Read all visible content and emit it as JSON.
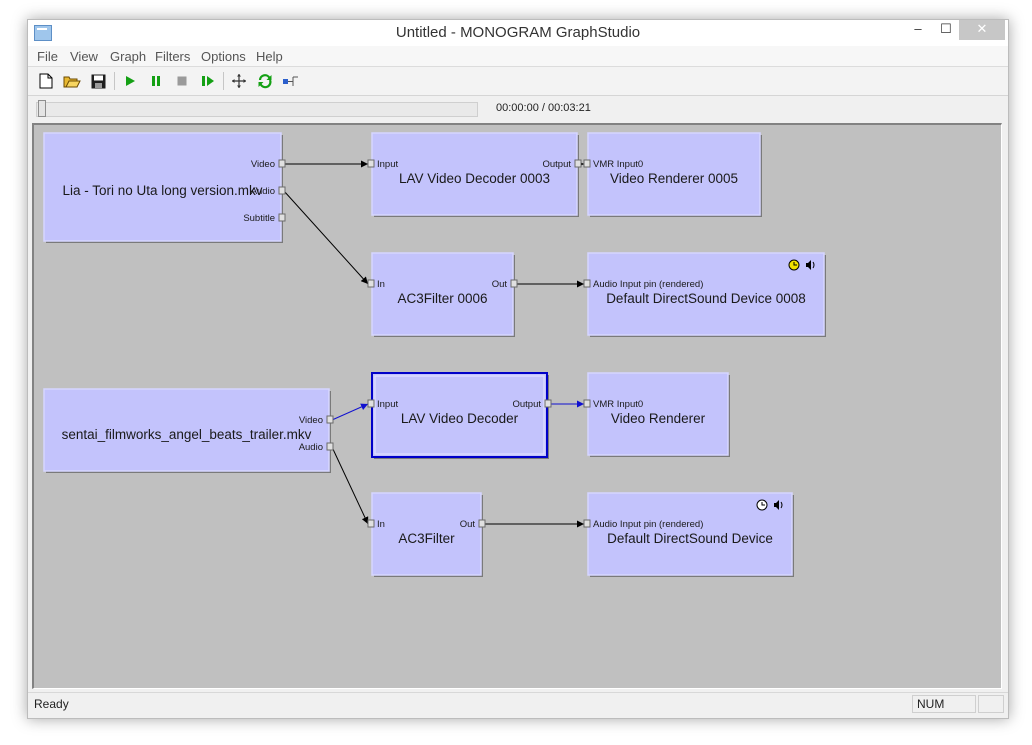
{
  "window": {
    "title": "Untitled - MONOGRAM GraphStudio",
    "minimize": "–",
    "maximize": "☐",
    "close": "✕"
  },
  "menu": [
    "File",
    "View",
    "Graph",
    "Filters",
    "Options",
    "Help"
  ],
  "toolbar": [
    {
      "name": "new-file-icon"
    },
    {
      "name": "open-folder-icon"
    },
    {
      "name": "save-icon"
    },
    {
      "name": "play-icon"
    },
    {
      "name": "pause-icon"
    },
    {
      "name": "stop-icon"
    },
    {
      "name": "step-frame-icon"
    },
    {
      "name": "arrange-icon"
    },
    {
      "name": "refresh-icon"
    },
    {
      "name": "seek-icon"
    }
  ],
  "seekbar": {
    "time": "00:00:00 / 00:03:21",
    "position": 0.0
  },
  "colors": {
    "filter_fill": "#c3c3fc",
    "filter_border": "#d6d6ff",
    "selected_border": "#0000c8",
    "connection": "#000000",
    "selected_connection": "#1010d0",
    "canvas": "#c0c0c0"
  },
  "filters": [
    {
      "id": "src1",
      "name": "Lia - Tori no Uta long version.mkv",
      "pins": {
        "out": [
          "Video",
          "Audio",
          "Subtitle"
        ]
      }
    },
    {
      "id": "lav1",
      "name": "LAV Video Decoder 0003",
      "pins": {
        "in": [
          "Input"
        ],
        "out": [
          "Output"
        ]
      }
    },
    {
      "id": "vr1",
      "name": "Video Renderer 0005",
      "pins": {
        "in": [
          "VMR Input0"
        ]
      }
    },
    {
      "id": "ac31",
      "name": "AC3Filter 0006",
      "pins": {
        "in": [
          "In"
        ],
        "out": [
          "Out"
        ]
      }
    },
    {
      "id": "ds1",
      "name": "Default DirectSound Device 0008",
      "pins": {
        "in": [
          "Audio Input pin (rendered)"
        ]
      },
      "icons": [
        "clock-icon",
        "speaker-icon"
      ]
    },
    {
      "id": "src2",
      "name": "sentai_filmworks_angel_beats_trailer.mkv",
      "pins": {
        "out": [
          "Video",
          "Audio"
        ]
      }
    },
    {
      "id": "lav2",
      "name": "LAV Video Decoder",
      "pins": {
        "in": [
          "Input"
        ],
        "out": [
          "Output"
        ]
      },
      "selected": true
    },
    {
      "id": "vr2",
      "name": "Video Renderer",
      "pins": {
        "in": [
          "VMR Input0"
        ]
      }
    },
    {
      "id": "ac32",
      "name": "AC3Filter",
      "pins": {
        "in": [
          "In"
        ],
        "out": [
          "Out"
        ]
      }
    },
    {
      "id": "ds2",
      "name": "Default DirectSound Device",
      "pins": {
        "in": [
          "Audio Input pin (rendered)"
        ]
      },
      "icons": [
        "clock-icon",
        "speaker-icon"
      ]
    }
  ],
  "connections": [
    {
      "from": "src1.Video",
      "to": "lav1.Input"
    },
    {
      "from": "src1.Audio",
      "to": "ac31.In"
    },
    {
      "from": "lav1.Output",
      "to": "vr1.VMR Input0"
    },
    {
      "from": "ac31.Out",
      "to": "ds1.Audio Input pin (rendered)"
    },
    {
      "from": "src2.Video",
      "to": "lav2.Input",
      "selected": true
    },
    {
      "from": "src2.Audio",
      "to": "ac32.In"
    },
    {
      "from": "lav2.Output",
      "to": "vr2.VMR Input0",
      "selected": true
    },
    {
      "from": "ac32.Out",
      "to": "ds2.Audio Input pin (rendered)"
    }
  ],
  "status": {
    "text": "Ready",
    "num": "NUM"
  }
}
